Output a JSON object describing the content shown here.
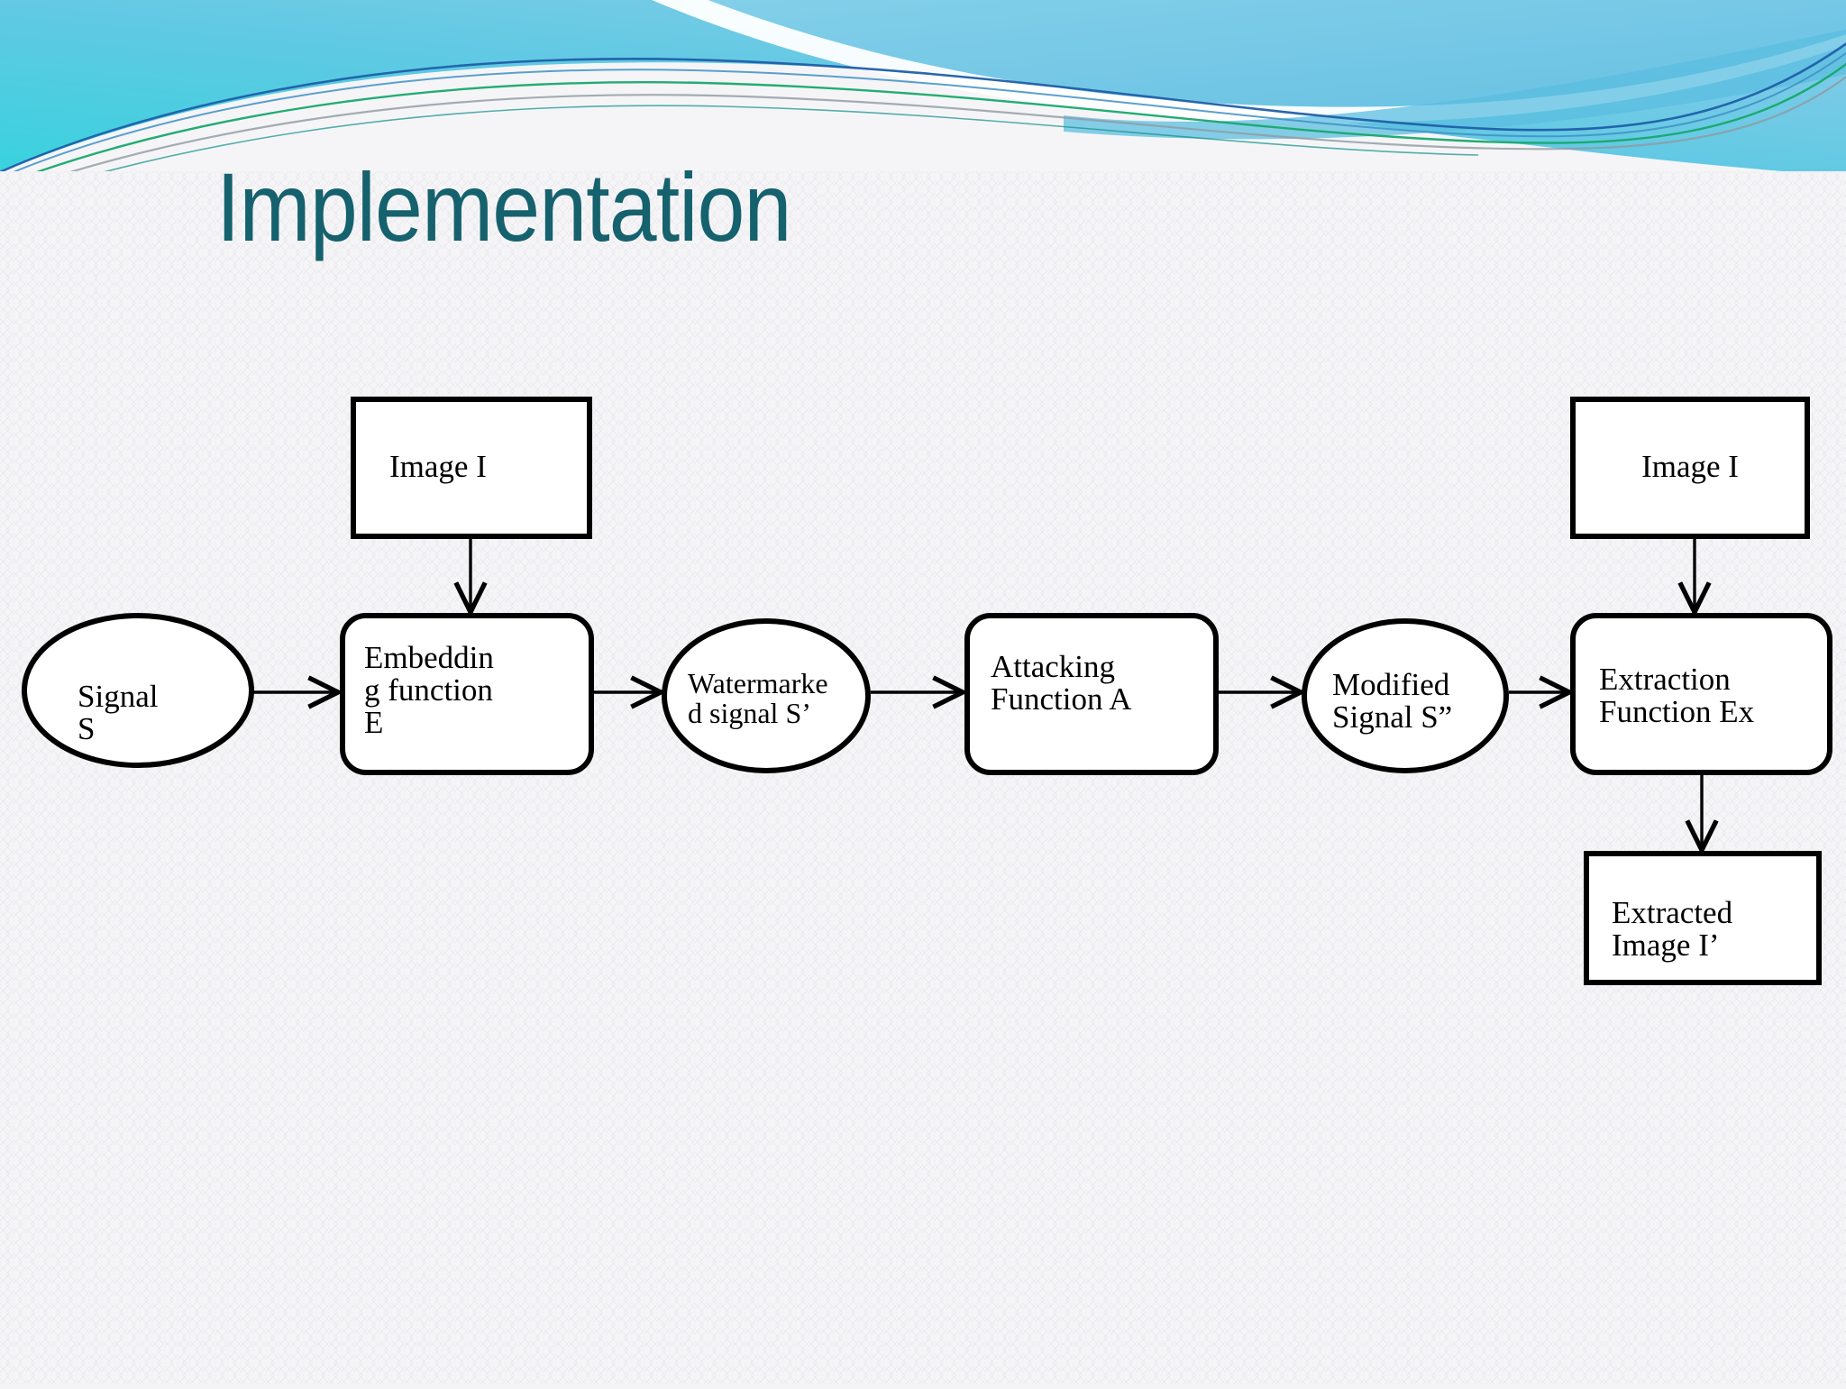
{
  "slide": {
    "title": "Implementation",
    "title_color": "#15616D",
    "background_color": "#F5F5F7",
    "theme": "flow-header-swoosh"
  },
  "header": {
    "gradient_from": "#3FD3DE",
    "gradient_to": "#7BC6E8",
    "accent_line_teal": "#0E8F86",
    "accent_line_green": "#17A86B",
    "accent_line_blue": "#1F5FA8",
    "accent_line_gray": "#8E9AA0",
    "swoosh_white": "#FFFFFF"
  },
  "diagram": {
    "type": "flowchart",
    "stroke_color": "#000000",
    "fill_color": "#FFFFFF",
    "nodes": [
      {
        "id": "image-i-left",
        "label": "Image I",
        "shape": "rectangle",
        "align": "left"
      },
      {
        "id": "signal-s",
        "label": "Signal\nS",
        "shape": "ellipse",
        "align": "left"
      },
      {
        "id": "embedding-function",
        "label": "Embeddin\ng function\nE",
        "shape": "rounded-rectangle",
        "align": "left"
      },
      {
        "id": "watermarked-signal",
        "label": "Watermarke\nd signal S’",
        "shape": "ellipse",
        "align": "left"
      },
      {
        "id": "attacking-function",
        "label": "Attacking\nFunction A",
        "shape": "rounded-rectangle",
        "align": "left"
      },
      {
        "id": "modified-signal",
        "label": "Modified\nSignal S”",
        "shape": "ellipse",
        "align": "left"
      },
      {
        "id": "image-i-right",
        "label": "Image I",
        "shape": "rectangle",
        "align": "center"
      },
      {
        "id": "extraction-function",
        "label": "Extraction\nFunction Ex",
        "shape": "rounded-rectangle",
        "align": "left"
      },
      {
        "id": "extracted-image",
        "label": "Extracted\nImage I’",
        "shape": "rectangle",
        "align": "left"
      }
    ],
    "edges": [
      {
        "from": "signal-s",
        "to": "embedding-function",
        "direction": "right"
      },
      {
        "from": "image-i-left",
        "to": "embedding-function",
        "direction": "down"
      },
      {
        "from": "embedding-function",
        "to": "watermarked-signal",
        "direction": "right"
      },
      {
        "from": "watermarked-signal",
        "to": "attacking-function",
        "direction": "right"
      },
      {
        "from": "attacking-function",
        "to": "modified-signal",
        "direction": "right"
      },
      {
        "from": "modified-signal",
        "to": "extraction-function",
        "direction": "right"
      },
      {
        "from": "image-i-right",
        "to": "extraction-function",
        "direction": "down"
      },
      {
        "from": "extraction-function",
        "to": "extracted-image",
        "direction": "down"
      }
    ]
  }
}
